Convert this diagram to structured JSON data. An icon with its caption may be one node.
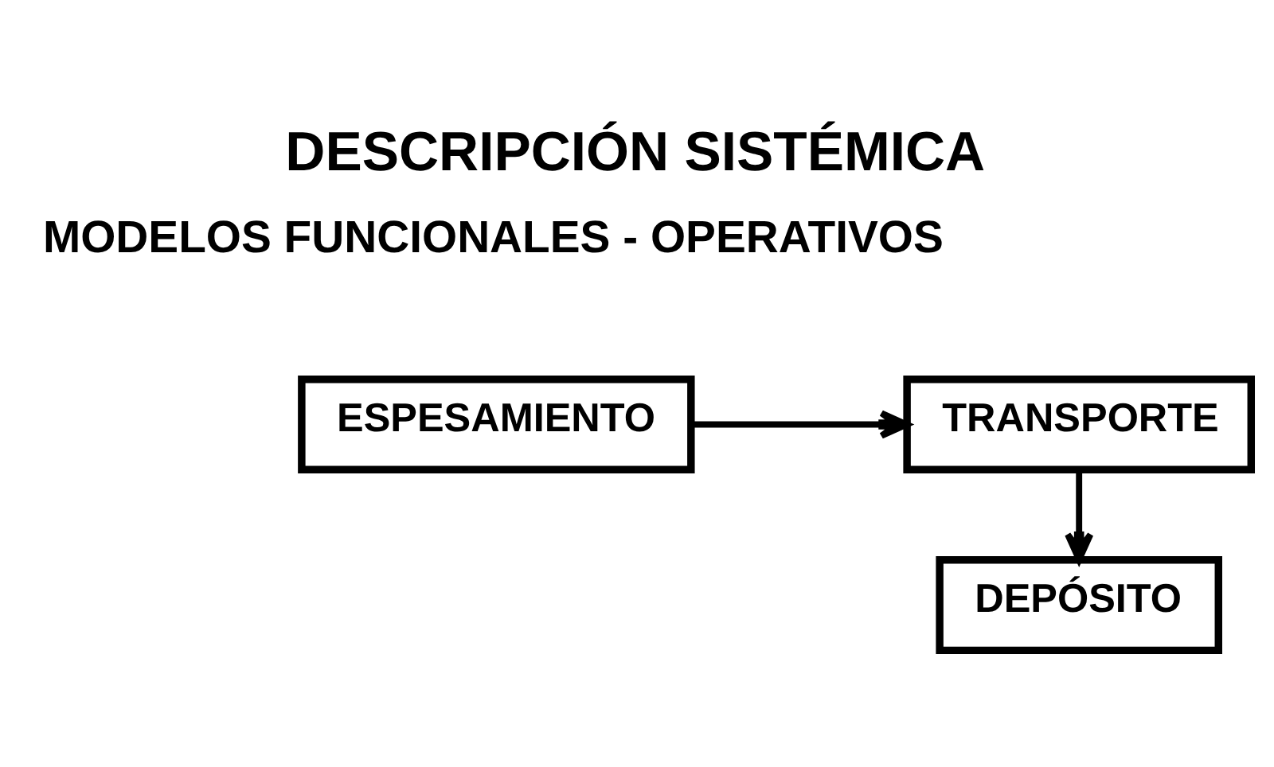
{
  "diagram": {
    "title": "DESCRIPCIÓN SISTÉMICA",
    "nodes": [
      {
        "text": [
          "ESPESAMIENTO"
        ]
      },
      {
        "text": [
          "TRANSPORTE"
        ]
      },
      {
        "text": [
          "DEPÓSITO"
        ]
      }
    ],
    "edges": [
      {
        "from": 0,
        "to": 1,
        "arrow": "to"
      },
      {
        "from": 1,
        "to": 2,
        "arrow": "to"
      }
    ],
    "labels": [
      "MODELOS FUNCIONALES - OPERATIVOS"
    ]
  }
}
